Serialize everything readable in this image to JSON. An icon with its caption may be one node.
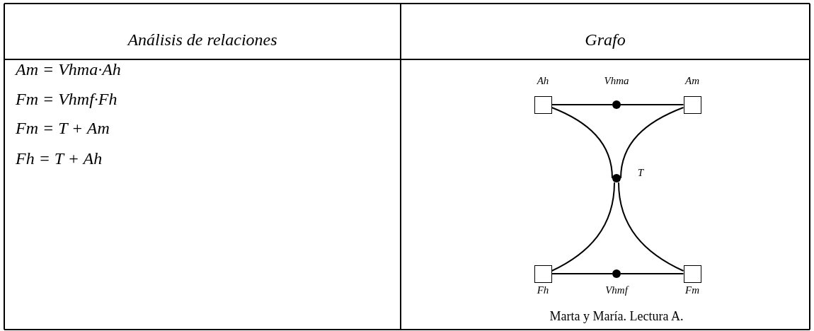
{
  "diagram": {
    "nodes": [
      {
        "text": [],
        "shape": "box",
        "beside": [
          "Ah"
        ]
      },
      {
        "text": [],
        "shape": "circle",
        "beside": [
          "Vhma"
        ]
      },
      {
        "text": [],
        "shape": "box",
        "beside": [
          "Am"
        ]
      },
      {
        "text": [],
        "shape": "circle",
        "beside": [
          "T"
        ]
      },
      {
        "text": [],
        "shape": "box",
        "beside": [
          "Fh"
        ]
      },
      {
        "text": [],
        "shape": "circle",
        "beside": [
          "Vhmf"
        ]
      },
      {
        "text": [],
        "shape": "box",
        "beside": [
          "Fm"
        ]
      }
    ],
    "edges": [
      {
        "from": 0,
        "to": 1,
        "arrow": "none"
      },
      {
        "from": 1,
        "to": 2,
        "arrow": "none"
      },
      {
        "from": 0,
        "to": 3,
        "arrow": "none"
      },
      {
        "from": 2,
        "to": 3,
        "arrow": "none"
      },
      {
        "from": 3,
        "to": 4,
        "arrow": "none"
      },
      {
        "from": 3,
        "to": 6,
        "arrow": "none"
      },
      {
        "from": 4,
        "to": 5,
        "arrow": "none"
      },
      {
        "from": 5,
        "to": 6,
        "arrow": "none"
      }
    ],
    "labels": [
      "Análisis de relaciones",
      "Grafo",
      "Am = Vhma·Ah",
      "Fm = Vhmf·Fh",
      "Fm = T + Am",
      "Fh = T + Ah"
    ],
    "caption": "Marta y María. Lectura A."
  }
}
